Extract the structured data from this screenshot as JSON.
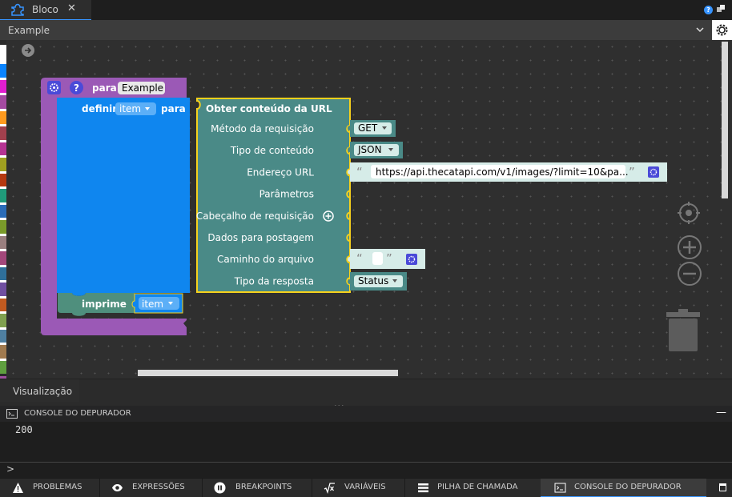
{
  "tab": {
    "title": "Bloco",
    "close_glyph": "✕",
    "icon": "puzzle-icon"
  },
  "header": {
    "selected_function": "Example"
  },
  "blocks": {
    "procedure_keyword": "para",
    "procedure_name": "Example",
    "foreach_define": "definir",
    "foreach_var": "item",
    "foreach_to": "para",
    "url_title": "Obter conteúdo da URL",
    "inputs": [
      {
        "label": "Método da requisição",
        "value": "GET"
      },
      {
        "label": "Tipo de conteúdo",
        "value": "JSON"
      },
      {
        "label": "Endereço URL",
        "value": "https://api.thecatapi.com/v1/images/?limit=10&pa..."
      },
      {
        "label": "Parâmetros",
        "value": ""
      },
      {
        "label": "Cabeçalho de requisição",
        "value": ""
      },
      {
        "label": "Dados para postagem",
        "value": ""
      },
      {
        "label": "Caminho do arquivo",
        "value": ""
      },
      {
        "label": "Tipo da resposta",
        "value": "Status"
      }
    ],
    "open_quote": "“",
    "close_quote": "”",
    "print_label": "imprime",
    "print_var": "item"
  },
  "visualization_tab": "Visualização",
  "console": {
    "title": "CONSOLE DO DEPURADOR",
    "output": "200",
    "prompt": ">",
    "minimize": "—"
  },
  "panel_tabs": [
    {
      "label": "PROBLEMAS",
      "icon": "warning-icon"
    },
    {
      "label": "EXPRESSÕES",
      "icon": "eye-icon"
    },
    {
      "label": "BREAKPOINTS",
      "icon": "pause-icon"
    },
    {
      "label": "VARIÁVEIS",
      "icon": "sqrt-x-icon"
    },
    {
      "label": "PILHA DE CHAMADA",
      "icon": "stack-icon"
    },
    {
      "label": "CONSOLE DO DEPURADOR",
      "icon": "console-icon"
    }
  ],
  "colors": {
    "procedure": "#9b59b6",
    "foreach": "#0f86ef",
    "url_block": "#4a8a87",
    "text_input": "#d6ece8",
    "print_block": "#4f8f7d",
    "accent": "#3794ff"
  },
  "palette_colors": [
    "#0a84ff",
    "#e11ed0",
    "#a44aa1",
    "#ff9a1e",
    "#a2404d",
    "#b53392",
    "#a0a020",
    "#b5390f",
    "#209a7a",
    "#2a6cb8",
    "#7a9a2a",
    "#9a7f7f",
    "#a3477a",
    "#2f6f9a",
    "#6f4fa0",
    "#c05a20",
    "#7fa04f",
    "#4f7fa0",
    "#a07a4f",
    "#5f9f3f",
    "#9f4f9f"
  ]
}
